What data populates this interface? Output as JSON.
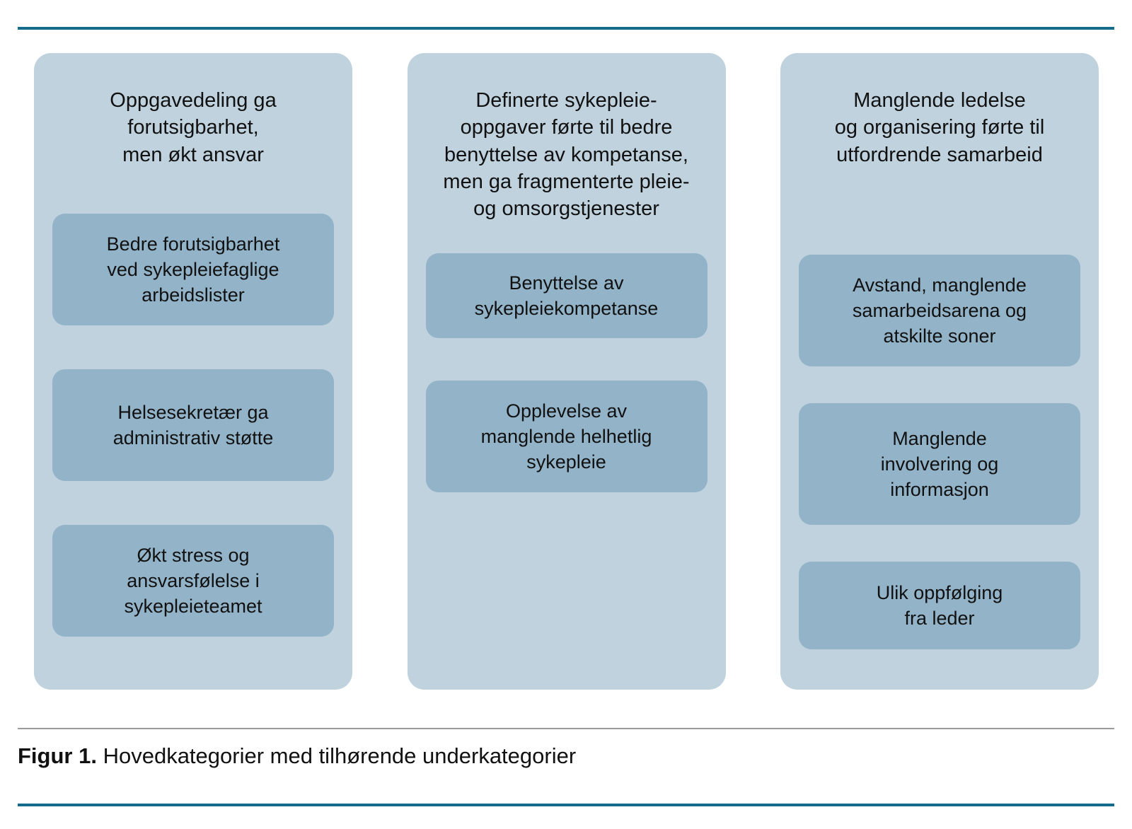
{
  "figure": {
    "caption_label": "Figur 1.",
    "caption_text": "Hovedkategorier med tilhørende underkategorier",
    "accent_color": "#146b8c",
    "category_color": "#bfd2de",
    "subcategory_color": "#92b3c8",
    "divider_color": "#9a9a9a"
  },
  "columns": [
    {
      "title": "Oppgavedeling ga\nforutsigbarhet,\nmen økt ansvar",
      "subcategories": [
        "Bedre forutsigbarhet\nved sykepleiefaglige\narbeidslister",
        "Helsesekretær ga\nadministrativ støtte",
        "Økt stress og\nansvarsfølelse i\nsykepleieteamet"
      ]
    },
    {
      "title": "Definerte sykepleie-\noppgaver førte til bedre\nbenyttelse av kompetanse,\nmen ga fragmenterte pleie-\nog omsorgstjenester",
      "subcategories": [
        "Benyttelse av\nsykepleiekompetanse",
        "Opplevelse av\nmanglende helhetlig\nsykepleie"
      ]
    },
    {
      "title": "Manglende ledelse\nog organisering førte til\nutfordrende samarbeid",
      "subcategories": [
        "Avstand, manglende\nsamarbeidsarena og\natskilte soner",
        "Manglende\ninvolvering og\ninformasjon",
        "Ulik oppfølging\nfra leder"
      ]
    }
  ]
}
